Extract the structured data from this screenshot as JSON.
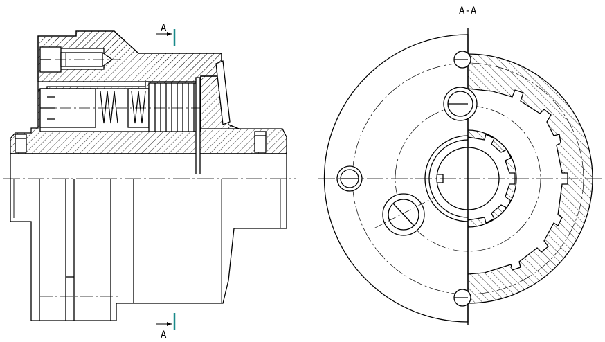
{
  "section_title": "A-A",
  "cut_label_top": "A",
  "cut_label_bottom": "A",
  "colors": {
    "line": "#000000",
    "cut_marker": "#1a8a8a",
    "background": "#ffffff"
  }
}
